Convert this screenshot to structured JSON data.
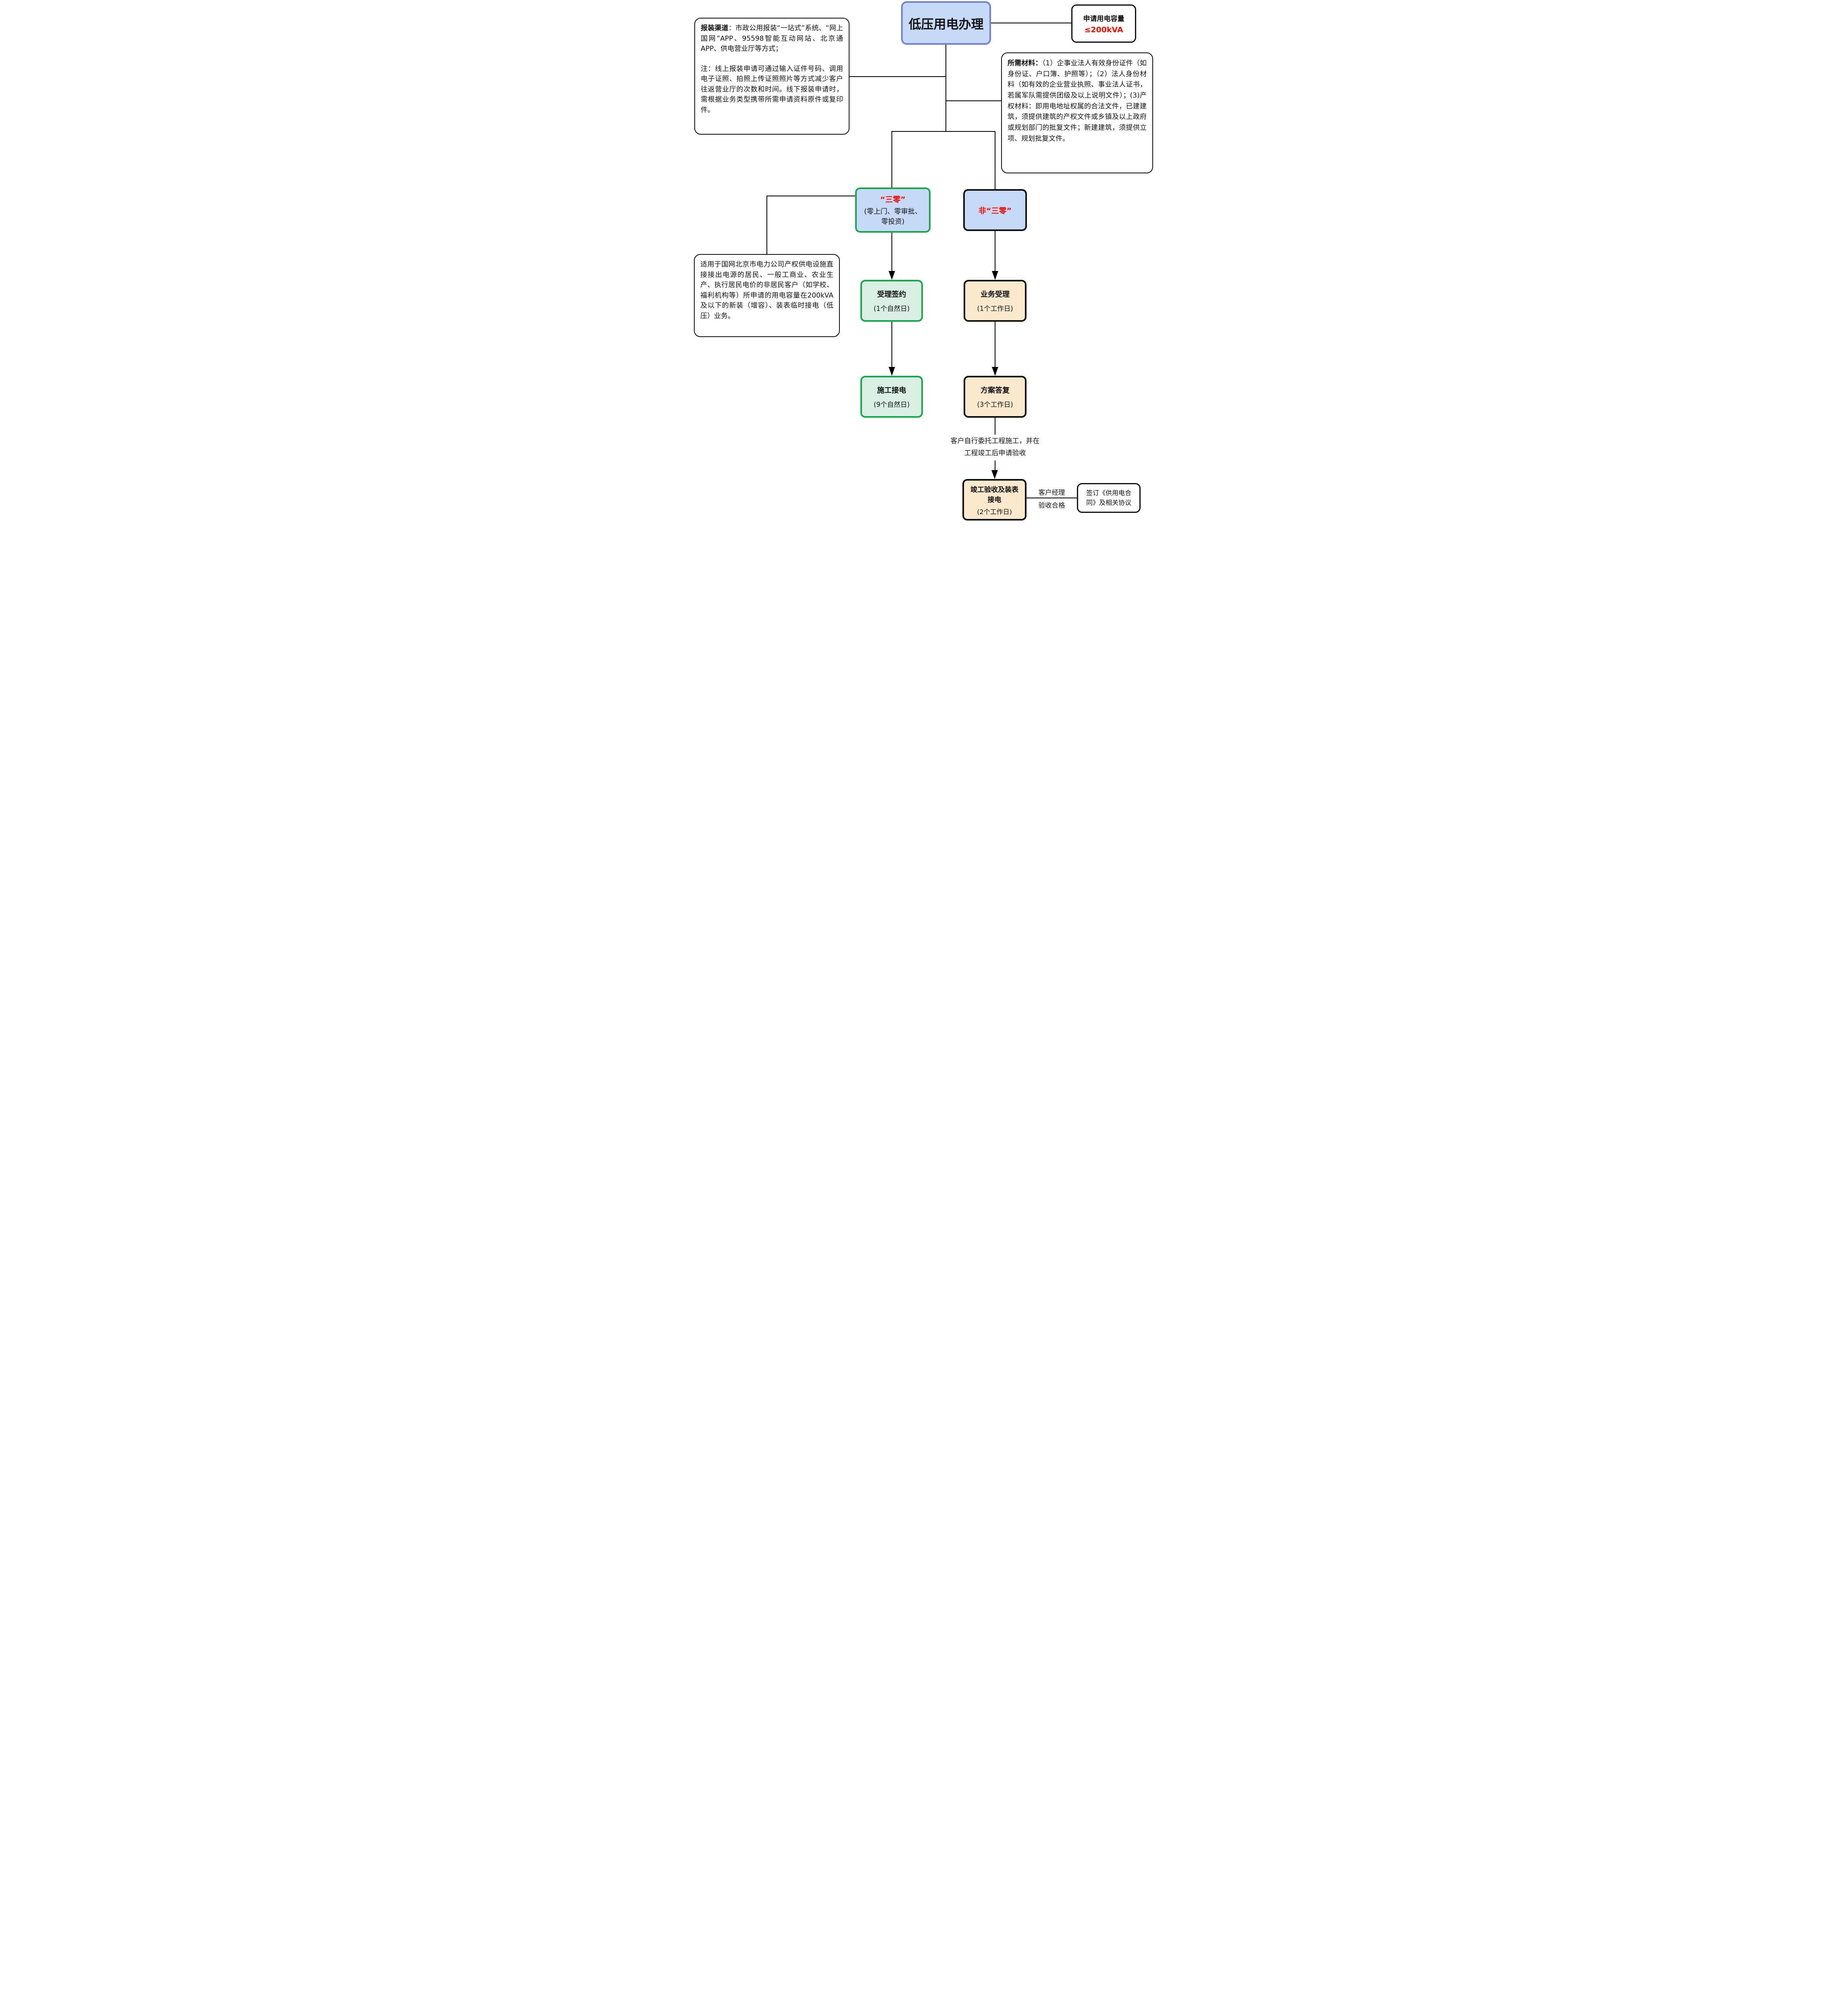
{
  "diagram": {
    "title": "低压用电办理",
    "capacity_note": {
      "line1": "申请用电容量",
      "line2": "≤200kVA"
    },
    "channels_note": {
      "lead": "报装渠道",
      "body": "：市政公用报装“一站式”系统、“网上国网”APP、95598智能互动网站、北京通APP、供电营业厅等方式；",
      "note": "注：线上报装申请可通过输入证件号码、调用电子证照、拍照上传证照照片等方式减少客户往返营业厅的次数和时间。线下报装申请时，需根据业务类型携带所需申请资料原件或复印件。"
    },
    "materials_note": {
      "lead": "所需材料：",
      "body": "（1）企事业法人有效身份证件（如身份证、户口簿、护照等）；（2）法人身份材料（如有效的企业营业执照、事业法人证书，若属军队需提供团级及以上说明文件）；(3)产权材料：即用电地址权属的合法文件，已建建筑，须提供建筑的产权文件或乡镇及以上政府或规划部门的批复文件；新建建筑，须提供立项、规划批复文件。"
    },
    "applicability_note": "适用于国网北京市电力公司产权供电设施直接接出电源的居民、一般工商业、农业生产、执行居民电价的非居民客户（如学校、福利机构等）所申请的用电容量在200kVA及以下的新装（增容）、装表临时接电（低压）业务。",
    "branch_threezero": {
      "title": "“三零”",
      "subtitle": "(零上门、零审批、零投资)"
    },
    "branch_nonthreezero": {
      "title": "非“三零”"
    },
    "steps": {
      "accept_sign": {
        "title": "受理签约",
        "duration": "(1个自然日)"
      },
      "construct_connect": {
        "title": "施工接电",
        "duration": "(9个自然日)"
      },
      "business_accept": {
        "title": "业务受理",
        "duration": "(1个工作日)"
      },
      "plan_reply": {
        "title": "方案答复",
        "duration": "(3个工作日)"
      },
      "final_accept": {
        "title_line1": "竣工验收及装表",
        "title_line2": "接电",
        "duration": "(2个工作日)"
      }
    },
    "construction_note": {
      "line1": "客户自行委托工程施工，并在",
      "line2": "工程竣工后申请验收"
    },
    "manager_check": {
      "line1": "客户经理",
      "line2": "验收合格"
    },
    "contract_note": "签订《供用电合同》及相关协议"
  },
  "colors": {
    "node_blue_fill": "#c6d9f7",
    "node_blue_border": "#7081dd",
    "node_green_border": "#16a94b",
    "node_mint_fill": "#d9efe4",
    "node_peach_fill": "#fbe9cd",
    "highlight_red": "#f20d00",
    "line_black": "#000000"
  }
}
